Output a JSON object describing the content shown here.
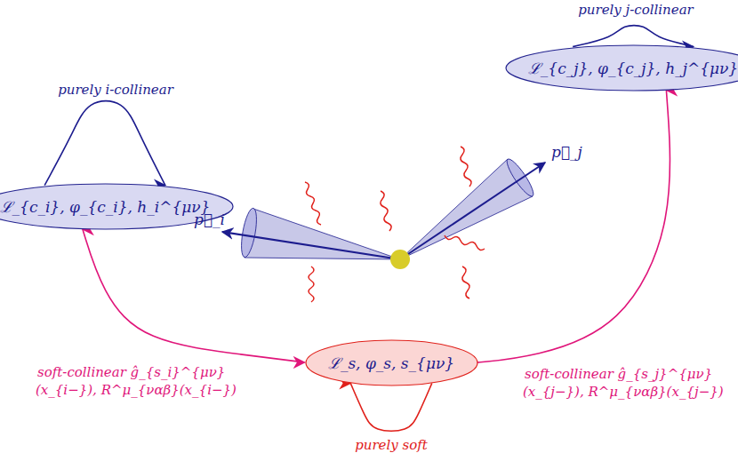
{
  "diagram": {
    "nodes": [
      {
        "text": [
          "ℒ_{c_i}, φ_{c_i}, h_i^{μν}"
        ]
      },
      {
        "text": [
          "ℒ_{c_j}, φ_{c_j}, h_j^{μν}"
        ]
      },
      {
        "text": [
          "ℒ_s, φ_s, s_{μν}"
        ]
      }
    ],
    "edges": [
      {
        "from": 0,
        "to": 0,
        "arrow": "to",
        "label": "purely i-collinear"
      },
      {
        "from": 1,
        "to": 1,
        "arrow": "to",
        "label": "purely j-collinear"
      },
      {
        "from": 2,
        "to": 2,
        "arrow": "to",
        "label": "purely soft"
      },
      {
        "from": 0,
        "to": 2,
        "arrow": "both",
        "label": "soft-collinear ĝ_{s_i}^{μν}(x_{i−}), R^μ_{ναβ}(x_{i−})"
      },
      {
        "from": 1,
        "to": 2,
        "arrow": "both",
        "label": "soft-collinear ĝ_{s_j}^{μν}(x_{j−}), R^μ_{ναβ}(x_{j−})"
      }
    ],
    "labels": [
      "p⃗_i",
      "p⃗_j"
    ]
  }
}
